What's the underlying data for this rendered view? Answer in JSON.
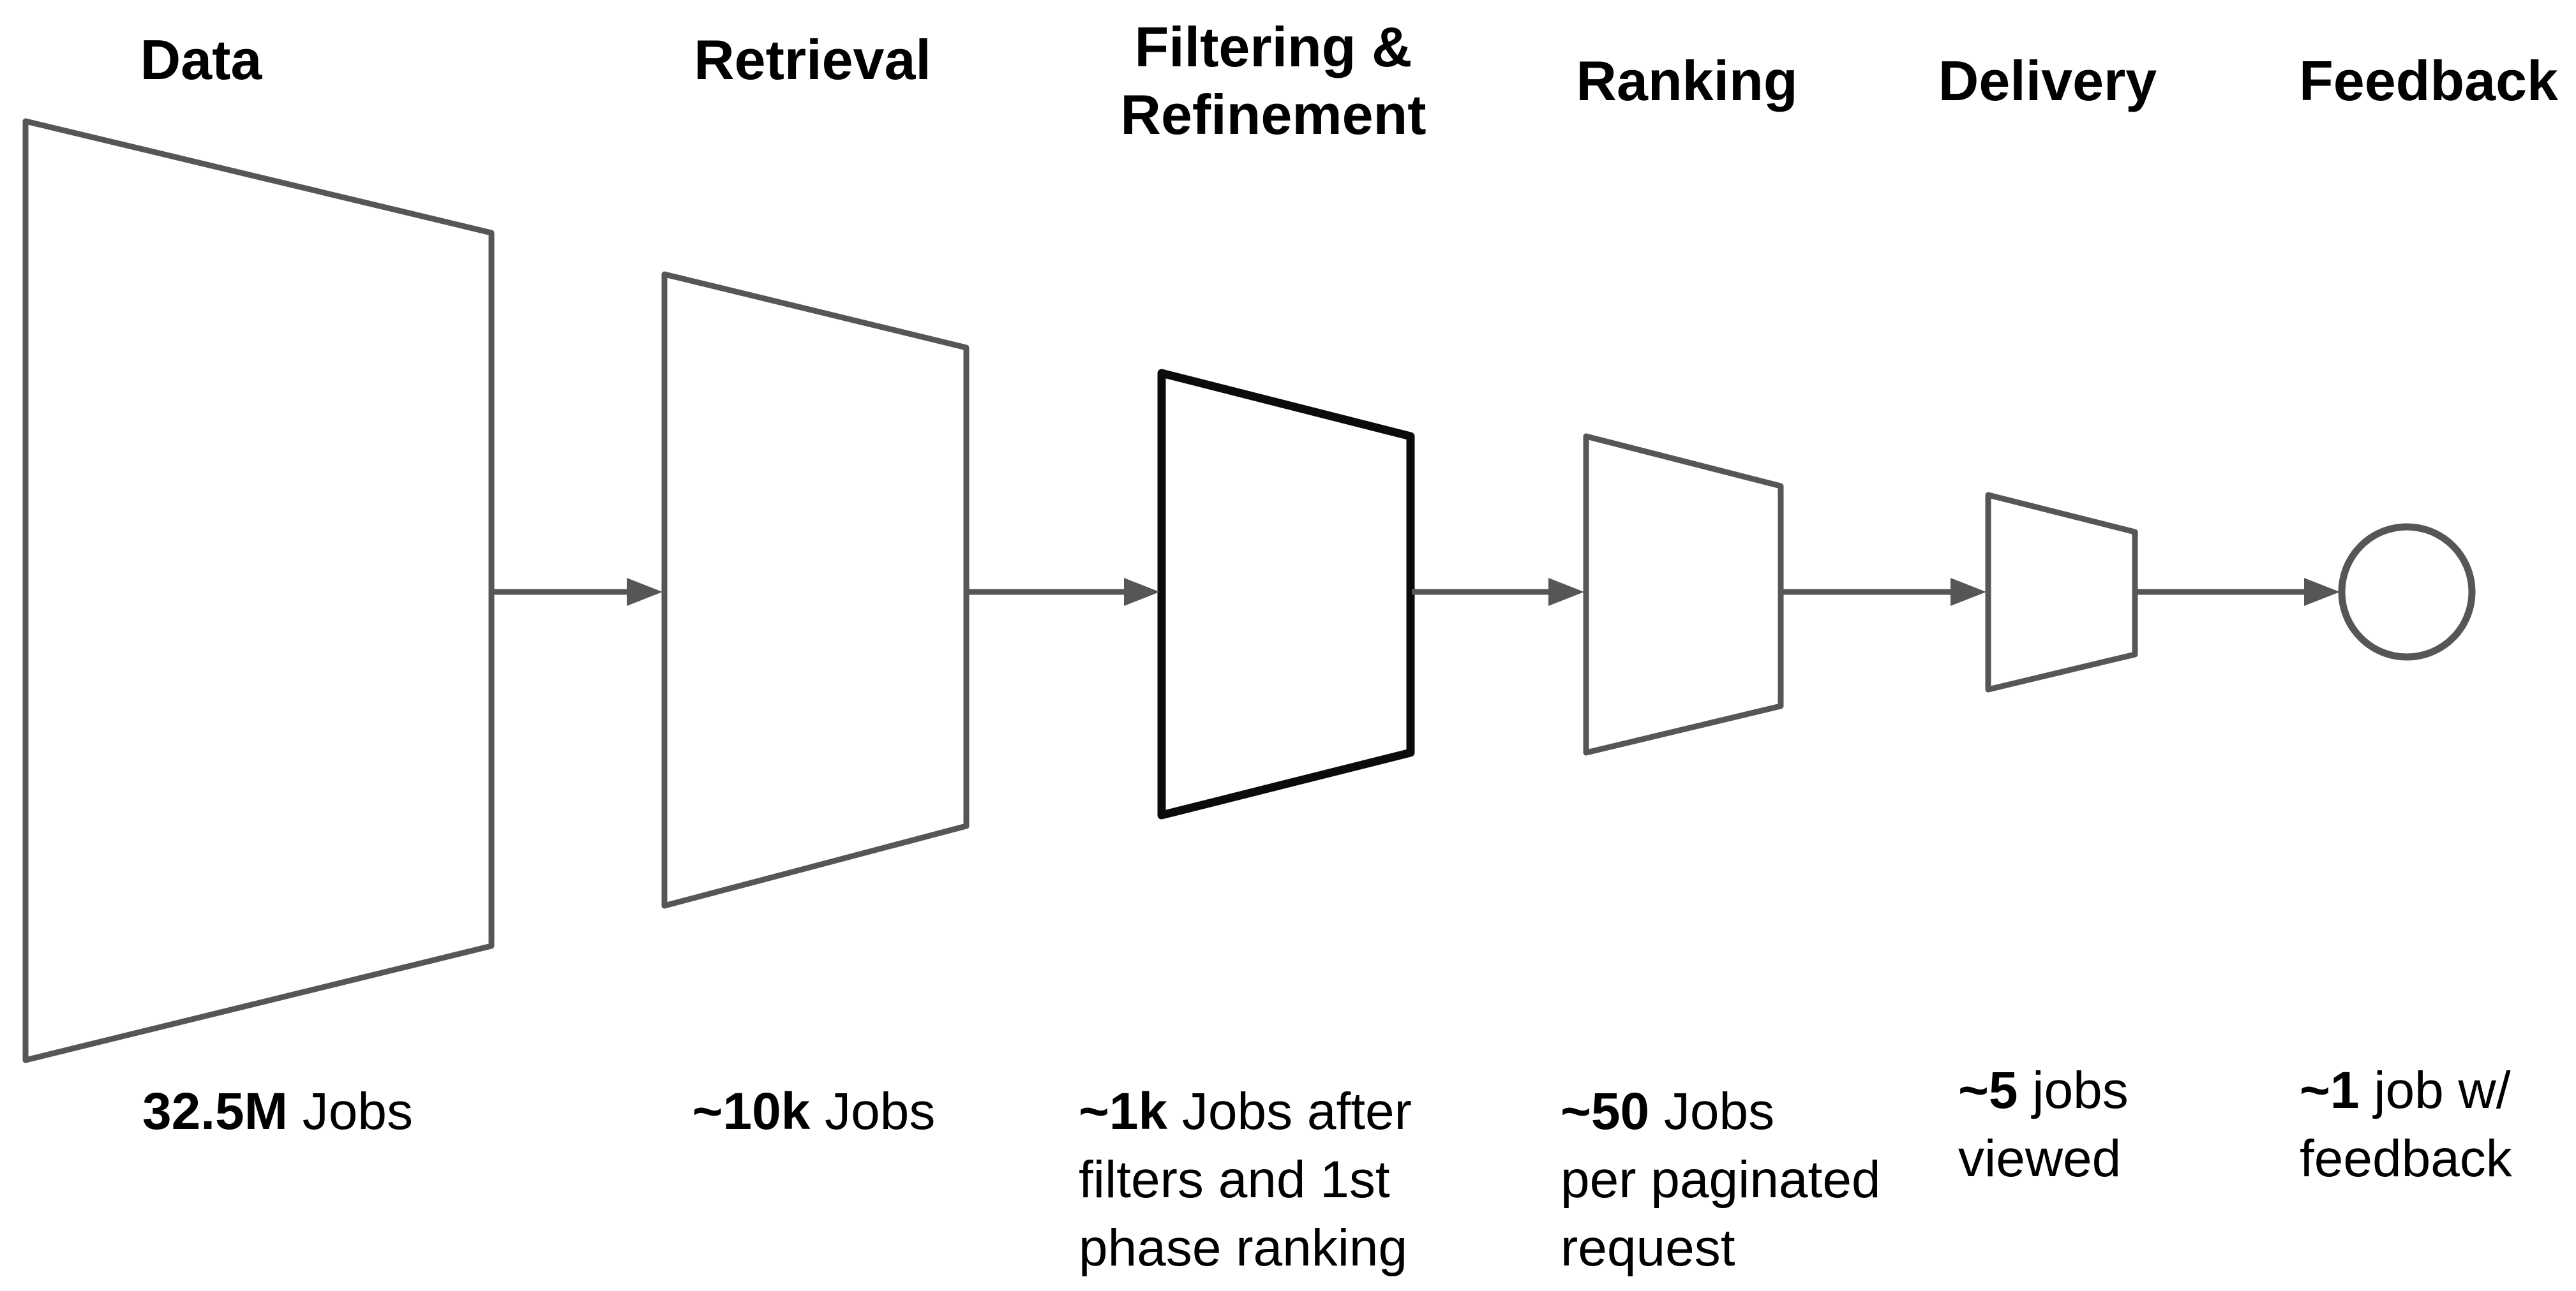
{
  "colors": {
    "background": "#ffffff",
    "shape_stroke": "#565656",
    "highlight_stroke": "#0b0b0b",
    "arrow": "#565656",
    "text": "#000000"
  },
  "stages": [
    {
      "title_lines": [
        "Data"
      ],
      "value": "32.5M",
      "label_rest": " Jobs",
      "label_lines": []
    },
    {
      "title_lines": [
        "Retrieval"
      ],
      "value": "~10k",
      "label_rest": " Jobs",
      "label_lines": []
    },
    {
      "title_lines": [
        "Filtering &",
        "Refinement"
      ],
      "value": "~1k",
      "label_rest": " Jobs after",
      "label_lines": [
        "filters and 1st",
        "phase ranking"
      ]
    },
    {
      "title_lines": [
        "Ranking"
      ],
      "value": "~50",
      "label_rest": " Jobs",
      "label_lines": [
        "per paginated",
        "request"
      ]
    },
    {
      "title_lines": [
        "Delivery"
      ],
      "value": "~5",
      "label_rest": " jobs",
      "label_lines": [
        "viewed"
      ]
    },
    {
      "title_lines": [
        "Feedback"
      ],
      "value": "~1",
      "label_rest": " job w/",
      "label_lines": [
        "feedback"
      ]
    }
  ]
}
